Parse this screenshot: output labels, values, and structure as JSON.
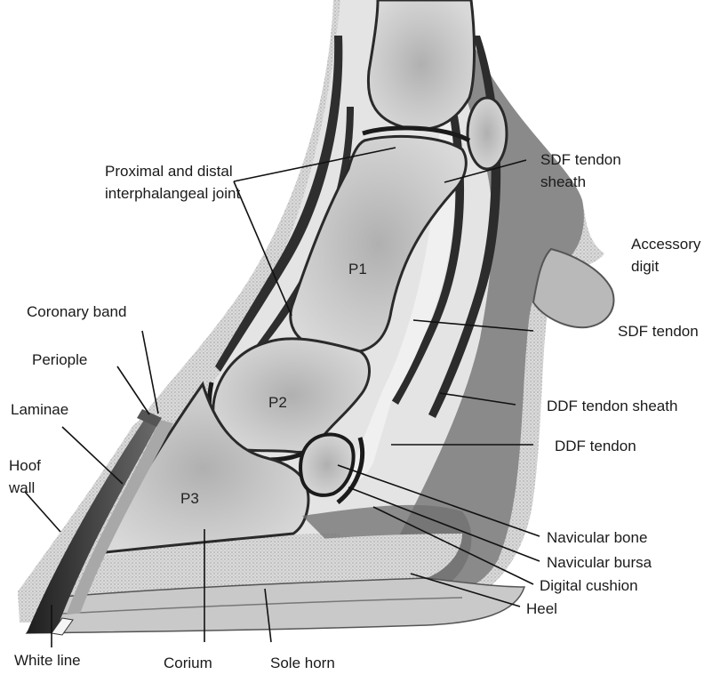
{
  "labels": {
    "proximal_distal_joint": [
      "Proximal and distal",
      "interphalangeal joint"
    ],
    "sdf_tendon_sheath": [
      "SDF tendon",
      "sheath"
    ],
    "accessory_digit": [
      "Accessory",
      "digit"
    ],
    "coronary_band": "Coronary band",
    "sdf_tendon": "SDF tendon",
    "periople": "Periople",
    "ddf_tendon_sheath": "DDF tendon sheath",
    "laminae": "Laminae",
    "hoof_wall": [
      "Hoof",
      "wall"
    ],
    "ddf_tendon": "DDF tendon",
    "navicular_bone": "Navicular bone",
    "navicular_bursa": "Navicular bursa",
    "digital_cushion": "Digital cushion",
    "heel": "Heel",
    "white_line": "White line",
    "corium": "Corium",
    "sole_horn": "Sole horn"
  },
  "bones": {
    "p1": "P1",
    "p2": "P2",
    "p3": "P3"
  },
  "colors": {
    "skin_stipple": "#cfcfcf",
    "dark_tissue": "#3a3a3a",
    "tendon_gray": "#8a8a8a",
    "bone_light": "#c4c4c4",
    "bone_marrow": "#a9a9a9",
    "soft_tissue": "#e6e6e6",
    "hoof_wall_dark": "#333333"
  }
}
